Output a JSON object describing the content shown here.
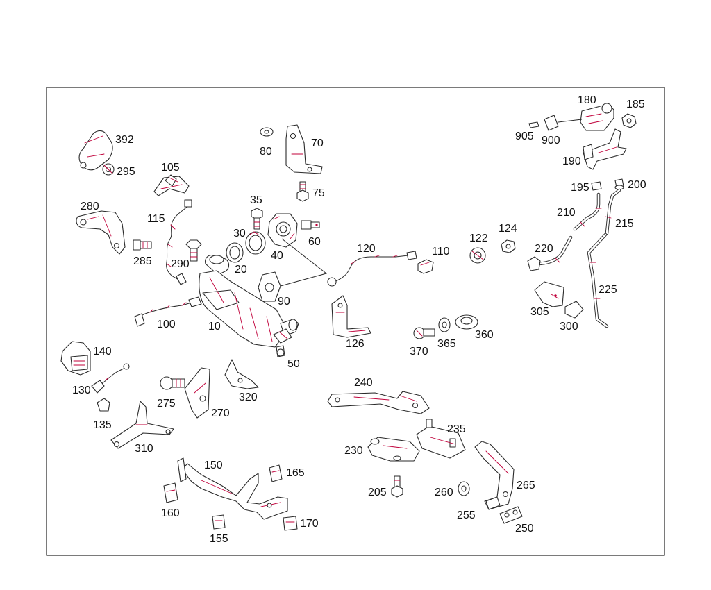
{
  "colors": {
    "line": "#2a2a2a",
    "accent": "#c0003a",
    "background": "#ffffff"
  },
  "labels": {
    "p10": "10",
    "p20": "20",
    "p30": "30",
    "p35": "35",
    "p40": "40",
    "p50": "50",
    "p60": "60",
    "p70": "70",
    "p75": "75",
    "p80": "80",
    "p90": "90",
    "p100": "100",
    "p105": "105",
    "p110": "110",
    "p115": "115",
    "p120": "120",
    "p122": "122",
    "p124": "124",
    "p126": "126",
    "p130": "130",
    "p135": "135",
    "p140": "140",
    "p150": "150",
    "p155": "155",
    "p160": "160",
    "p165": "165",
    "p170": "170",
    "p180": "180",
    "p185": "185",
    "p190": "190",
    "p195": "195",
    "p200": "200",
    "p205": "205",
    "p210": "210",
    "p215": "215",
    "p220": "220",
    "p225": "225",
    "p230": "230",
    "p235": "235",
    "p240": "240",
    "p250": "250",
    "p255": "255",
    "p260": "260",
    "p265": "265",
    "p270": "270",
    "p275": "275",
    "p280": "280",
    "p285": "285",
    "p290": "290",
    "p295": "295",
    "p300": "300",
    "p305": "305",
    "p310": "310",
    "p320": "320",
    "p360": "360",
    "p365": "365",
    "p370": "370",
    "p392": "392",
    "p900": "900",
    "p905": "905"
  }
}
